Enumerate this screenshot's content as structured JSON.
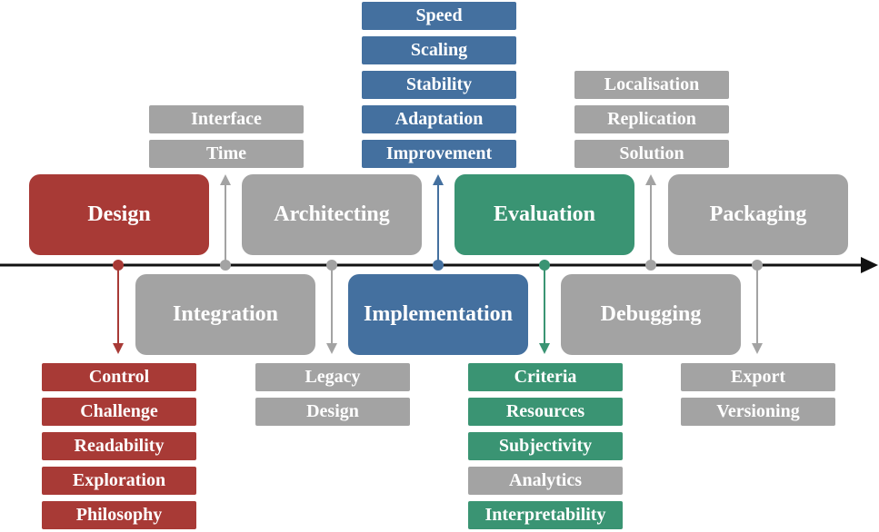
{
  "colors": {
    "design_red": "#a83a36",
    "neutral_gray": "#a3a3a3",
    "implementation_blue": "#44709f",
    "evaluation_green": "#3a9473",
    "axis_black": "#111111"
  },
  "stages": {
    "design": "Design",
    "architecting": "Architecting",
    "evaluation": "Evaluation",
    "packaging": "Packaging",
    "integration": "Integration",
    "implementation": "Implementation",
    "debugging": "Debugging"
  },
  "tags": {
    "integration": [
      "Interface",
      "Time"
    ],
    "implementation": [
      "Speed",
      "Scaling",
      "Stability",
      "Adaptation",
      "Improvement"
    ],
    "debugging": [
      "Localisation",
      "Replication",
      "Solution"
    ],
    "design": [
      "Control",
      "Challenge",
      "Readability",
      "Exploration",
      "Philosophy"
    ],
    "architecting": [
      "Legacy",
      "Design"
    ],
    "evaluation": [
      "Criteria",
      "Resources",
      "Subjectivity",
      "Analytics",
      "Interpretability"
    ],
    "packaging": [
      "Export",
      "Versioning"
    ]
  }
}
